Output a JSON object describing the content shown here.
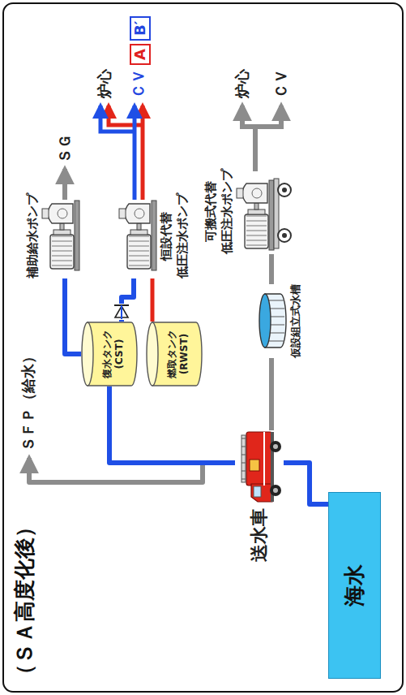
{
  "diagram": {
    "title": "（ＳＡ高度化後）",
    "nodes": [
      {
        "text": [
          "補助給水ポンプ"
        ]
      },
      {
        "text": [
          "復水タンク (CST)"
        ]
      },
      {
        "text": [
          "燃取タンク (RWST)"
        ]
      },
      {
        "text": [
          "恒設代替 低圧注水ポンプ"
        ]
      },
      {
        "text": [
          "可搬式代替 低圧注水ポンプ"
        ]
      },
      {
        "text": [
          "仮設組立式水槽"
        ]
      },
      {
        "text": [
          "送水車"
        ]
      },
      {
        "text": [
          "海水"
        ]
      },
      {
        "text": [
          "A"
        ]
      },
      {
        "text": [
          "B′"
        ]
      }
    ],
    "edges": [
      {
        "from": 7,
        "to": 6,
        "arrow": "none"
      },
      {
        "from": 6,
        "to": 1,
        "arrow": "none"
      },
      {
        "from": 1,
        "to": 0,
        "arrow": "none"
      },
      {
        "from": 1,
        "to": 3,
        "arrow": "none"
      },
      {
        "from": 2,
        "to": 3,
        "arrow": "none"
      },
      {
        "from": 6,
        "to": 5,
        "arrow": "none"
      },
      {
        "from": 5,
        "to": 4,
        "arrow": "none"
      }
    ],
    "labels": [
      "ＳＦＰ（給水）",
      "ＳＧ",
      "炉心",
      "ＣＶ",
      "炉心",
      "ＣＶ"
    ]
  }
}
